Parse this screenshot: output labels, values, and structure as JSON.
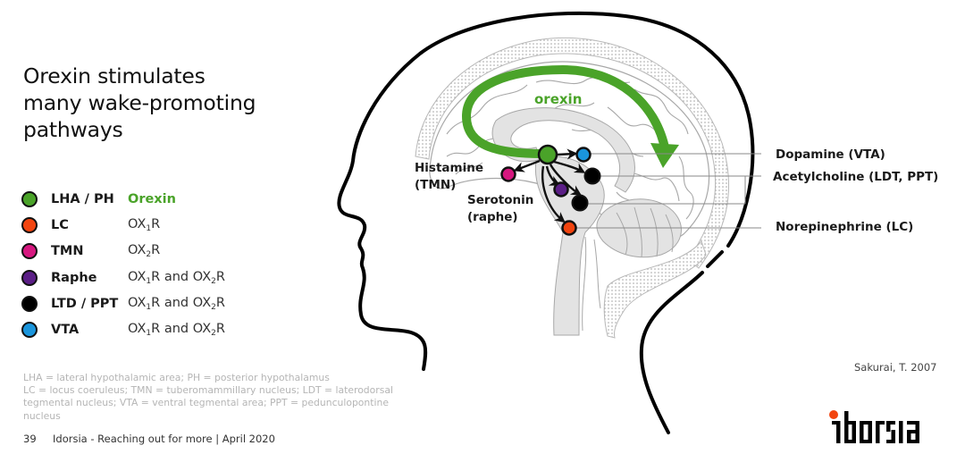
{
  "slide": {
    "title_lines": [
      "Orexin stimulates",
      "many wake-promoting",
      "pathways"
    ]
  },
  "legend": {
    "items": [
      {
        "region": "LHA / PH",
        "receptor": "Orexin",
        "color": "#4aa329"
      },
      {
        "region": "LC",
        "receptor_parts": [
          "OX",
          "1",
          "R"
        ],
        "color": "#f2440f"
      },
      {
        "region": "TMN",
        "receptor_parts": [
          "OX",
          "2",
          "R"
        ],
        "color": "#d6177f"
      },
      {
        "region": "Raphe",
        "receptor_parts": [
          "OX",
          "1",
          "R and OX",
          "2",
          "R"
        ],
        "color": "#5b1e86"
      },
      {
        "region": "LTD / PPT",
        "receptor_parts": [
          "OX",
          "1",
          "R and OX",
          "2",
          "R"
        ],
        "color": "#000000"
      },
      {
        "region": "VTA",
        "receptor_parts": [
          "OX",
          "1",
          "R and OX",
          "2",
          "R"
        ],
        "color": "#1a95dc"
      }
    ]
  },
  "diagram": {
    "orexin_label": "orexin",
    "left_labels": {
      "histamine": [
        "Histamine",
        "(TMN)"
      ],
      "serotonin": [
        "Serotonin",
        "(raphe)"
      ]
    },
    "right_labels": {
      "dopamine": "Dopamine (VTA)",
      "acetylcholine": "Acetylcholine (LDT, PPT)",
      "norepinephrine": "Norepinephrine (LC)"
    },
    "colors": {
      "orexin_green": "#4aa329",
      "lc_orange": "#f2440f",
      "tmn_magenta": "#d6177f",
      "raphe_purple": "#5b1e86",
      "ldt_black": "#000000",
      "vta_blue": "#1a95dc",
      "brain_gray": "#e3e3e3",
      "line_gray": "#a8a8a8"
    }
  },
  "footnote": {
    "lines": [
      "LHA = lateral hypothalamic area; PH = posterior hypothalamus",
      "LC = locus coeruleus; TMN = tuberomammillary nucleus; LDT = laterodorsal",
      "tegmental nucleus; VTA = ventral tegmental area; PPT = pedunculopontine nucleus"
    ]
  },
  "footer": {
    "page_number": "39",
    "text": "Idorsia - Reaching out for more | April 2020"
  },
  "citation": "Sakurai, T. 2007",
  "logo": {
    "text": "idorsia",
    "dot_color": "#f2440f"
  }
}
